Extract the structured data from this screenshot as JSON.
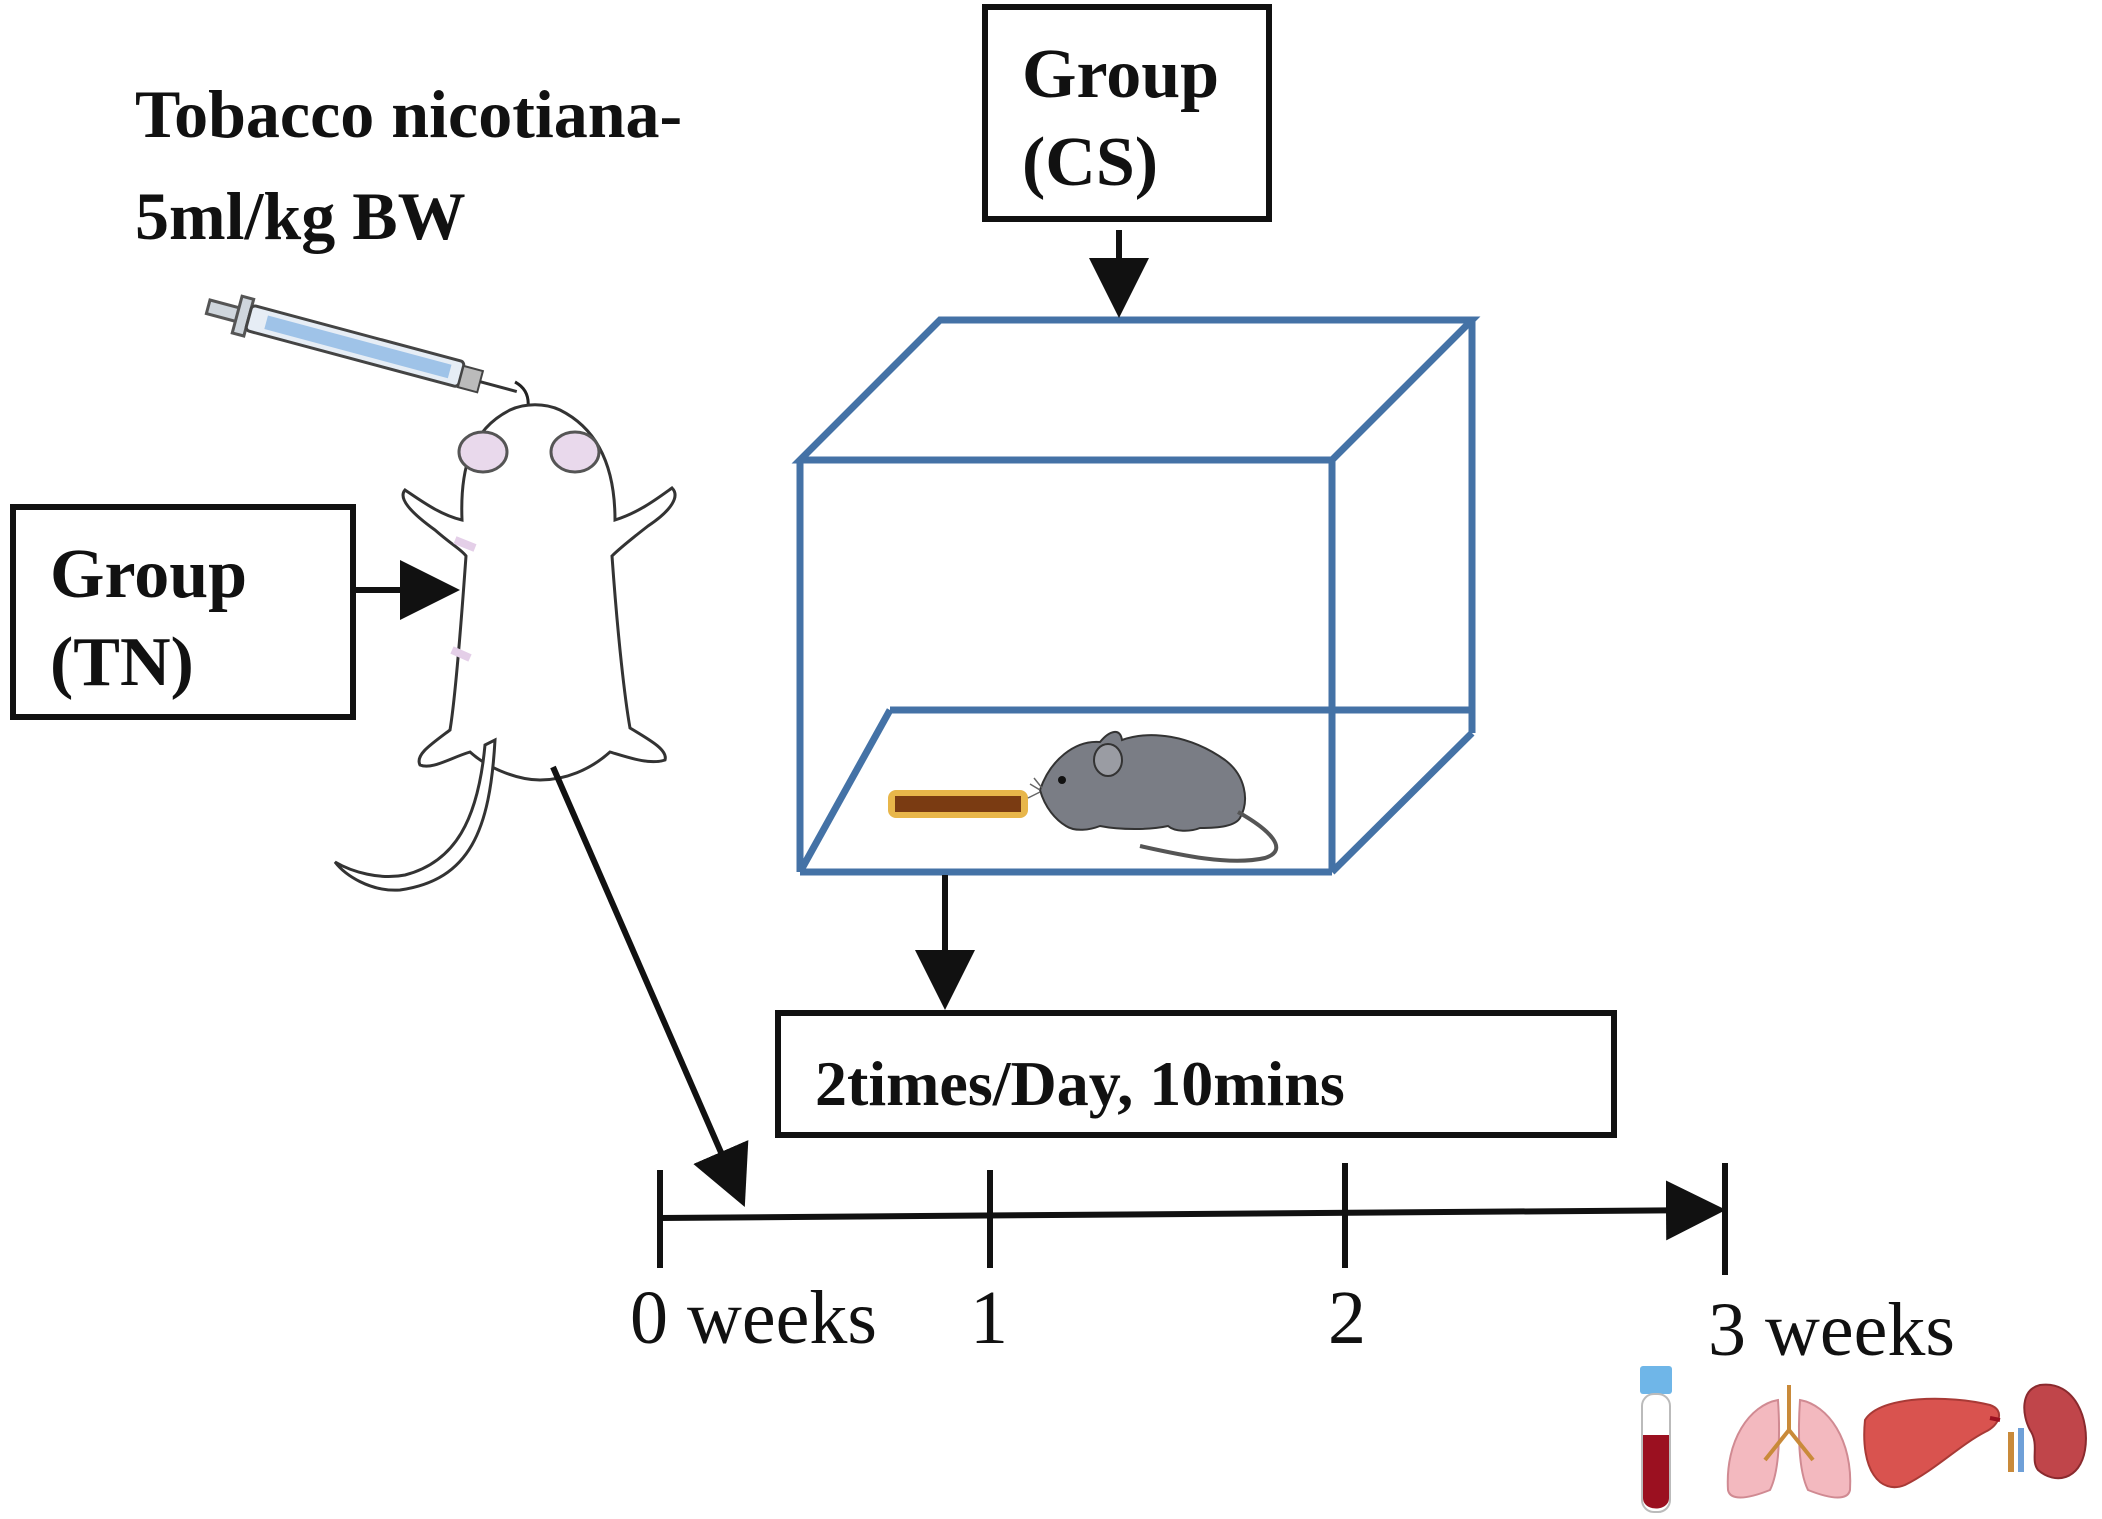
{
  "diagram": {
    "treatment_label_line1": "Tobacco nicotiana-",
    "treatment_label_line2": "5ml/kg BW",
    "group_tn": {
      "line1": "Group",
      "line2": "(TN)"
    },
    "group_cs": {
      "line1": "Group",
      "line2": "(CS)"
    },
    "exposure_label": "2times/Day, 10mins",
    "timeline": {
      "ticks": [
        "0 weeks",
        "1",
        "2",
        "3 weeks"
      ]
    },
    "samples": [
      "blood-tube-icon",
      "lungs-icon",
      "liver-icon",
      "kidney-icon"
    ],
    "colors": {
      "chamber_edge": "#4472a6",
      "ink": "#111111",
      "blood": "#9b1020",
      "organ": "#d9534f",
      "cigarette": "#7a3b12",
      "filter": "#e8b64a"
    }
  }
}
